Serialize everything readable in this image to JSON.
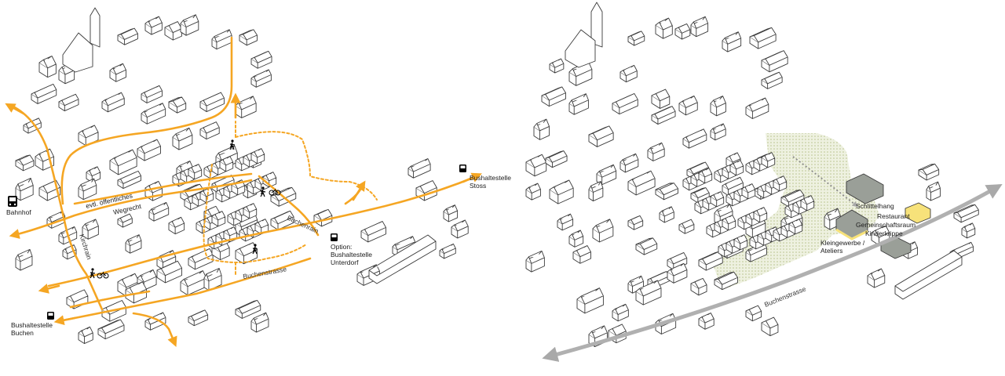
{
  "left_panel": {
    "labels": {
      "bahnhof": "Bahnhof",
      "weg_line1": "evtl. öffentliches",
      "weg_line2": "Wegrecht",
      "kirchrain": "Kirchrain",
      "buchenrain": "Buchenrain",
      "buchenstrasse": "Buchenstrasse",
      "option_line1": "Option:",
      "option_line2": "Bushaltestelle",
      "option_line3": "Unterdorf",
      "stoss_line1": "Bushaltestelle",
      "stoss_line2": "Stoss",
      "buchen_line1": "Bushaltestelle",
      "buchen_line2": "Buchen"
    }
  },
  "right_panel": {
    "labels": {
      "schlittelhang": "Schlittelhang",
      "restaurant": "Restaurant",
      "gemeinschaftsraum": "Gemeinschaftsraum",
      "kinderkrippe": "Kinderkrippe",
      "kleingewerbe_line1": "Kleingewerbe /",
      "kleingewerbe_line2": "Ateliers",
      "buchenstrasse": "Buchenstrasse"
    }
  },
  "colors": {
    "route": "#f5a623",
    "highlight_area": "#dfe6c4",
    "community_building": "#9a9f98",
    "main_road_arrow": "#b0b0b0",
    "highlight_yellow": "#f7e27a"
  },
  "icons": [
    "pedestrian-icon",
    "bicycle-icon",
    "bus-icon",
    "train-icon",
    "church-icon"
  ]
}
